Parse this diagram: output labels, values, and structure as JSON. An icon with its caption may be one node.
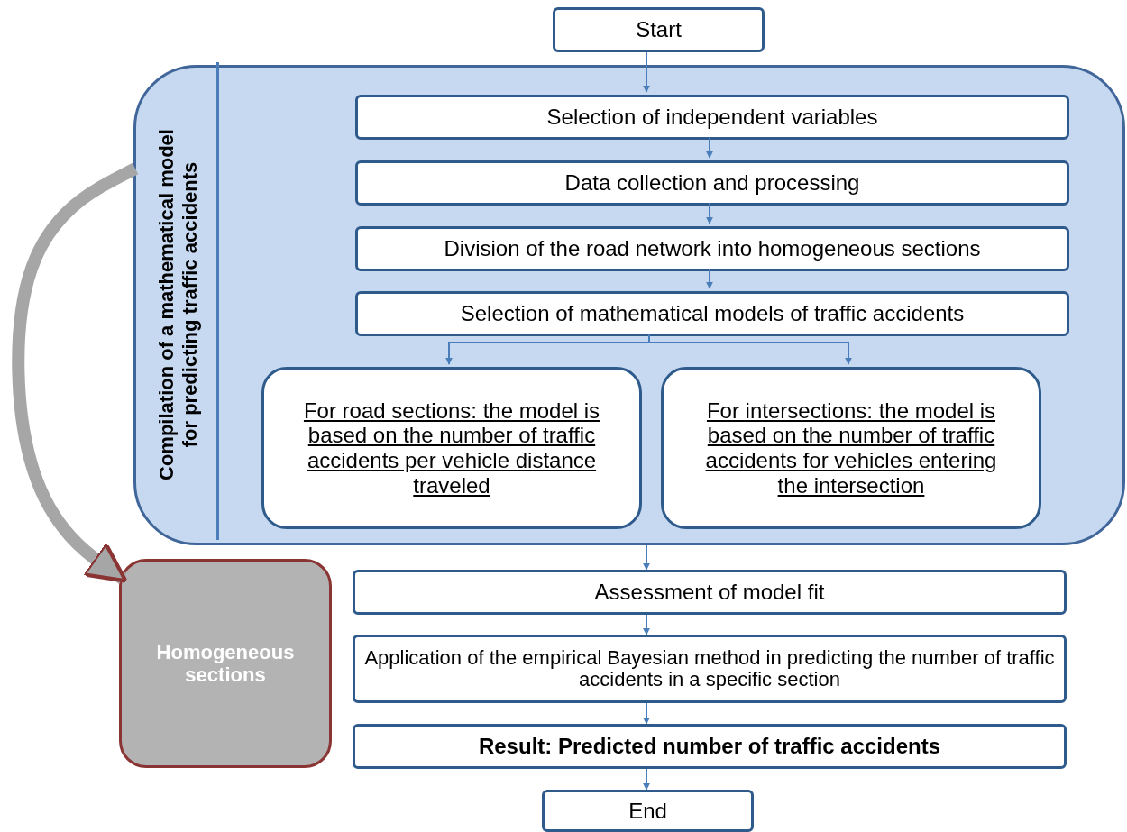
{
  "diagram": {
    "nodes": [
      {
        "text": [
          "Start"
        ]
      },
      {
        "text": [
          "Compilation of a mathematical model for predicting traffic accidents"
        ]
      },
      {
        "text": [
          "Selection of independent variables"
        ],
        "in": 1
      },
      {
        "text": [
          "Data collection and processing"
        ],
        "in": 1
      },
      {
        "text": [
          "Division of the road network into homogeneous sections"
        ],
        "in": 1
      },
      {
        "text": [
          "Selection of mathematical models of traffic accidents"
        ],
        "in": 1
      },
      {
        "text": [
          "For road sections: the model is based on the number of traffic accidents per vehicle distance traveled"
        ],
        "in": 1
      },
      {
        "text": [
          "For intersections: the model is based on the number of traffic accidents for vehicles entering the intersection"
        ],
        "in": 1
      },
      {
        "text": [
          "Homogeneous sections"
        ]
      },
      {
        "text": [
          "Assessment of model fit"
        ]
      },
      {
        "text": [
          "Application of the empirical Bayesian method in predicting the number of traffic accidents in a specific section"
        ]
      },
      {
        "text": [
          "Result: Predicted number of traffic accidents"
        ]
      },
      {
        "text": [
          "End"
        ]
      }
    ],
    "edges": [
      {
        "from": 0,
        "to": 2,
        "arrow": "to"
      },
      {
        "from": 2,
        "to": 3,
        "arrow": "to"
      },
      {
        "from": 3,
        "to": 4,
        "arrow": "to"
      },
      {
        "from": 4,
        "to": 5,
        "arrow": "to"
      },
      {
        "from": 5,
        "to": 6,
        "arrow": "to"
      },
      {
        "from": 5,
        "to": 7,
        "arrow": "to"
      },
      {
        "from": 1,
        "to": 9,
        "arrow": "to"
      },
      {
        "from": 1,
        "to": 8,
        "arrow": "to",
        "style": "thick",
        "color": "#a6a6a6"
      },
      {
        "from": 9,
        "to": 10,
        "arrow": "to"
      },
      {
        "from": 10,
        "to": 11,
        "arrow": "to"
      },
      {
        "from": 11,
        "to": 12,
        "arrow": "to"
      }
    ]
  }
}
